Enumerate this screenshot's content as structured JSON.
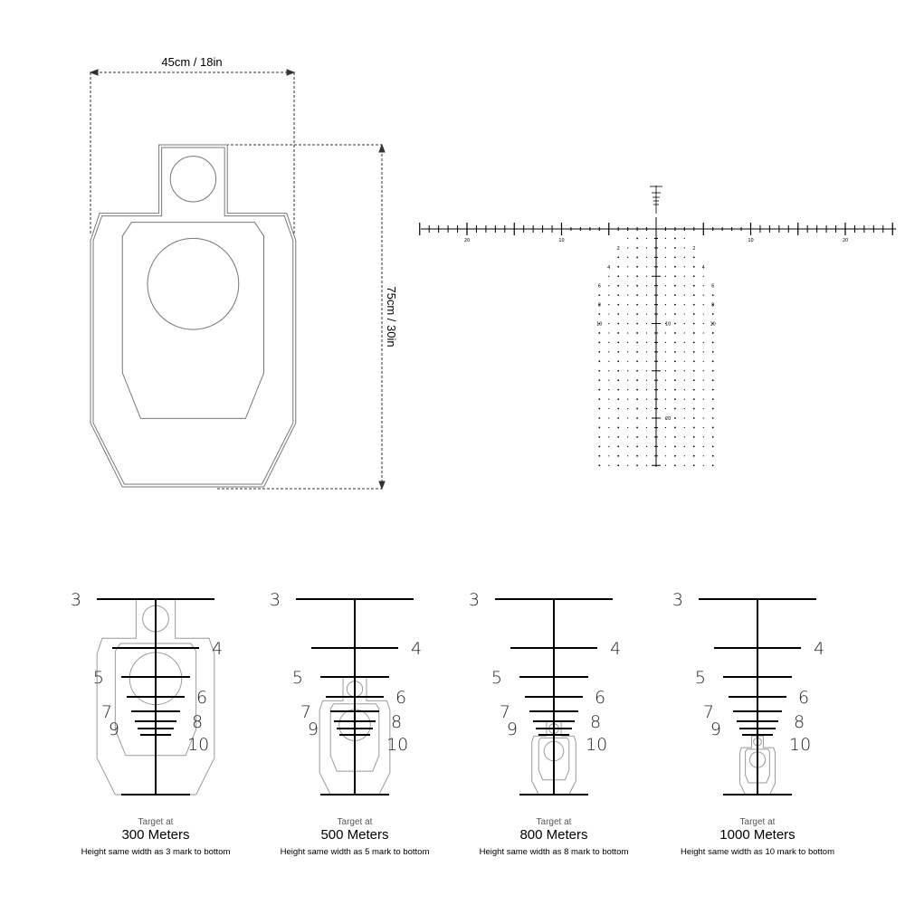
{
  "dimensions": {
    "width_label": "45cm / 18in",
    "height_label": "75cm / 30in"
  },
  "reticle": {
    "horizontal_labels": [
      "20",
      "10",
      "10",
      "20"
    ],
    "row_labels": [
      "2",
      "4",
      "6",
      "8",
      "10"
    ],
    "vertical_labels": [
      "10",
      "20"
    ]
  },
  "stadia_labels": [
    "3",
    "4",
    "5",
    "6",
    "7",
    "8",
    "9",
    "10"
  ],
  "panels": [
    {
      "title": "Target at",
      "distance": "300 Meters",
      "note": "Height same width as 3 mark to bottom",
      "target_scale": 1
    },
    {
      "title": "Target at",
      "distance": "500 Meters",
      "note": "Height same width as 5 mark to bottom",
      "target_scale": 0.6
    },
    {
      "title": "Target at",
      "distance": "800 Meters",
      "note": "Height same width as 8 mark to bottom",
      "target_scale": 0.375
    },
    {
      "title": "Target at",
      "distance": "1000 Meters",
      "note": "Height same width as 10 mark to bottom",
      "target_scale": 0.3
    }
  ],
  "colors": {
    "target_line": "#9a9a9a",
    "reticle": "#000000"
  }
}
